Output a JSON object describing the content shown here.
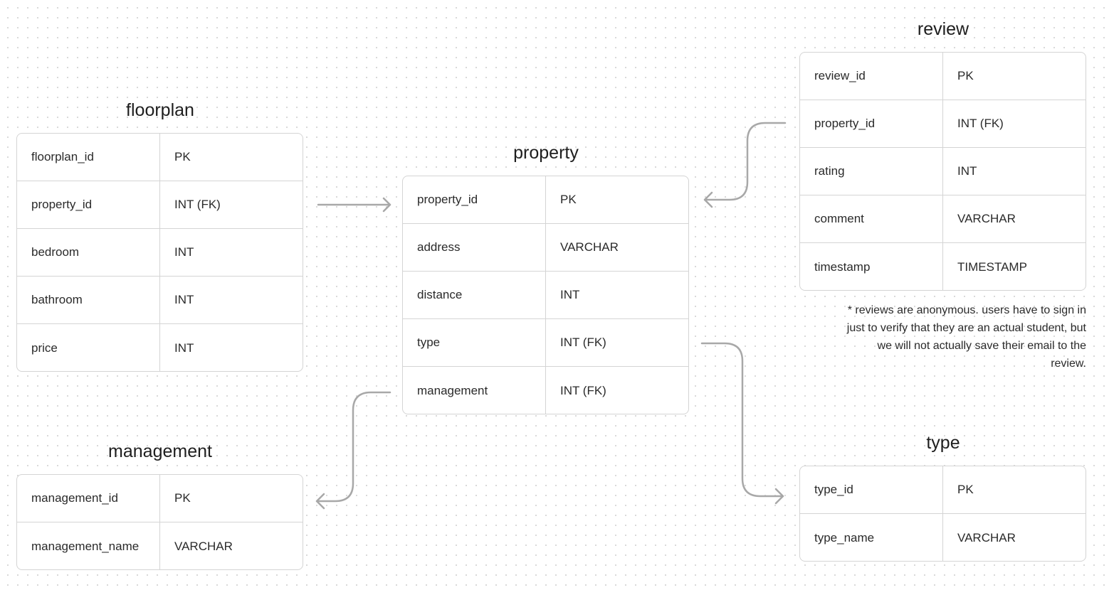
{
  "entities": {
    "floorplan": {
      "title": "floorplan",
      "rows": [
        {
          "name": "floorplan_id",
          "type": "PK"
        },
        {
          "name": "property_id",
          "type": "INT (FK)"
        },
        {
          "name": "bedroom",
          "type": "INT"
        },
        {
          "name": "bathroom",
          "type": "INT"
        },
        {
          "name": "price",
          "type": "INT"
        }
      ]
    },
    "property": {
      "title": "property",
      "rows": [
        {
          "name": "property_id",
          "type": "PK"
        },
        {
          "name": "address",
          "type": "VARCHAR"
        },
        {
          "name": "distance",
          "type": "INT"
        },
        {
          "name": "type",
          "type": "INT (FK)"
        },
        {
          "name": "management",
          "type": "INT (FK)"
        }
      ]
    },
    "review": {
      "title": "review",
      "rows": [
        {
          "name": "review_id",
          "type": "PK"
        },
        {
          "name": "property_id",
          "type": "INT (FK)"
        },
        {
          "name": "rating",
          "type": "INT"
        },
        {
          "name": "comment",
          "type": "VARCHAR"
        },
        {
          "name": "timestamp",
          "type": "TIMESTAMP"
        }
      ]
    },
    "management": {
      "title": "management",
      "rows": [
        {
          "name": "management_id",
          "type": "PK"
        },
        {
          "name": "management_name",
          "type": "VARCHAR"
        }
      ]
    },
    "type": {
      "title": "type",
      "rows": [
        {
          "name": "type_id",
          "type": "PK"
        },
        {
          "name": "type_name",
          "type": "VARCHAR"
        }
      ]
    }
  },
  "note": "* reviews are anonymous. users have to sign in just to verify that they are an actual student, but we will not actually save their email to the review."
}
